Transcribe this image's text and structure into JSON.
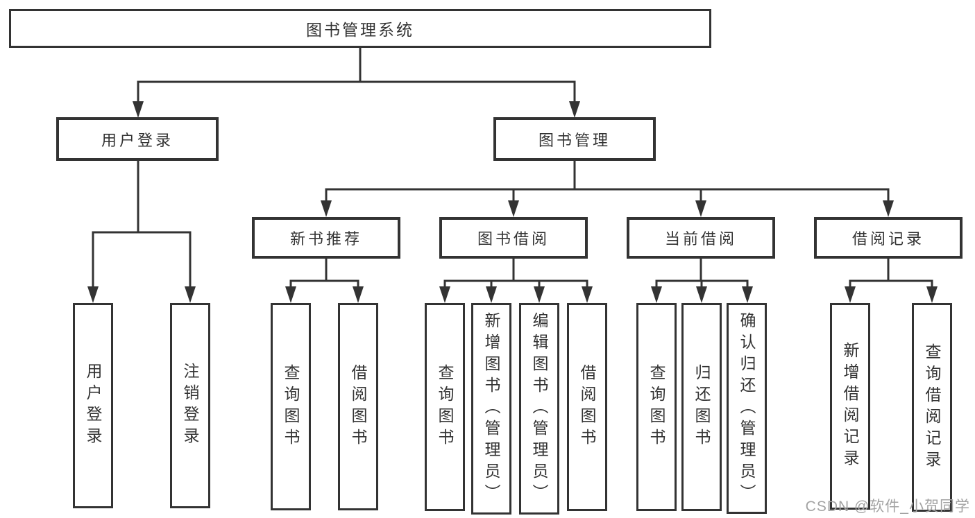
{
  "diagram": {
    "title": "图书管理系统",
    "level2": [
      {
        "label": "用户登录"
      },
      {
        "label": "图书管理"
      }
    ],
    "level3": [
      {
        "label": "新书推荐",
        "parent": "图书管理"
      },
      {
        "label": "图书借阅",
        "parent": "图书管理"
      },
      {
        "label": "当前借阅",
        "parent": "图书管理"
      },
      {
        "label": "借阅记录",
        "parent": "图书管理"
      }
    ],
    "leaf_groups": [
      {
        "parent": "用户登录",
        "items": [
          "用户登录",
          "注销登录"
        ]
      },
      {
        "parent": "新书推荐",
        "items": [
          "查询图书",
          "借阅图书"
        ]
      },
      {
        "parent": "图书借阅",
        "items": [
          "查询图书",
          "新增图书（管理员）",
          "编辑图书（管理员）",
          "借阅图书"
        ]
      },
      {
        "parent": "当前借阅",
        "items": [
          "查询图书",
          "归还图书",
          "确认归还（管理员）"
        ]
      },
      {
        "parent": "借阅记录",
        "items": [
          "新增借阅记录",
          "查询借阅记录"
        ]
      }
    ]
  },
  "watermark": {
    "text": "CSDN @软件_小贺同学"
  },
  "colors": {
    "line": "#333333",
    "border": "#333333",
    "text": "#333333",
    "background": "#ffffff",
    "watermark": "#a3a3a3"
  }
}
